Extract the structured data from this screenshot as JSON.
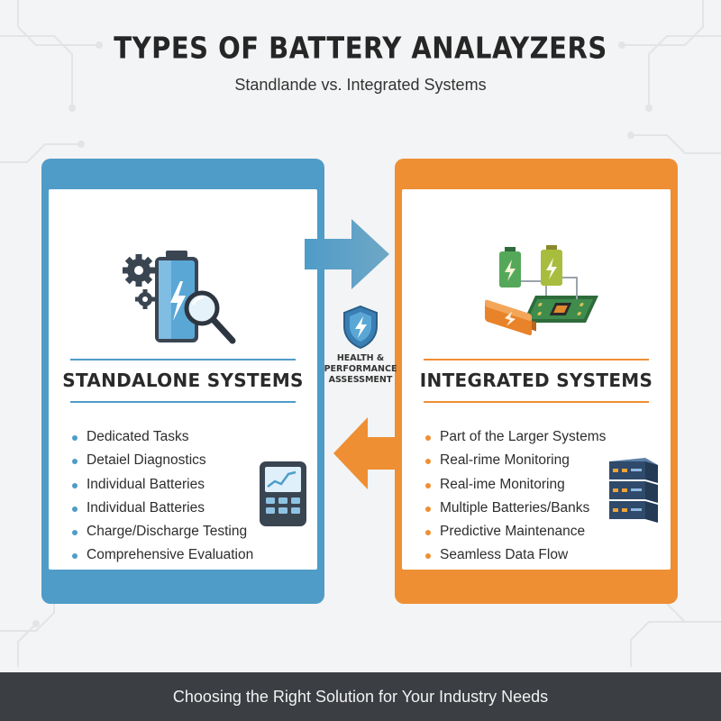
{
  "header": {
    "title": "TYPES OF BATTERY ANALAYZERS",
    "subtitle": "Standlande vs. Integrated Systems"
  },
  "standalone": {
    "heading": "STANDALONE SYSTEMS",
    "color": "#4f9cc8",
    "items": [
      "Dedicated Tasks",
      "Detaiel Diagnostics",
      "Individual Batteries",
      "Individual Batteries",
      "Charge/Discharge Testing",
      "Comprehensive Evaluation"
    ],
    "icons": [
      "gears-icon",
      "battery-icon",
      "magnifier-icon",
      "analyzer-device-icon"
    ]
  },
  "integrated": {
    "heading": "INTEGRATED SYSTEMS",
    "color": "#ee8f34",
    "items": [
      "Part of the Larger Systems",
      "Real-rime Monitoring",
      "Real-ime Monitoring",
      "Multiple Batteries/Banks",
      "Predictive Maintenance",
      "Seamless Data Flow"
    ],
    "icons": [
      "battery-circuit-icon",
      "server-rack-icon"
    ]
  },
  "center": {
    "label": "HEALTH & PERFORMANCE ASSESSMENT",
    "icon": "shield-lightning-icon"
  },
  "footer": {
    "text": "Choosing the Right Solution for Your Industry Needs"
  }
}
